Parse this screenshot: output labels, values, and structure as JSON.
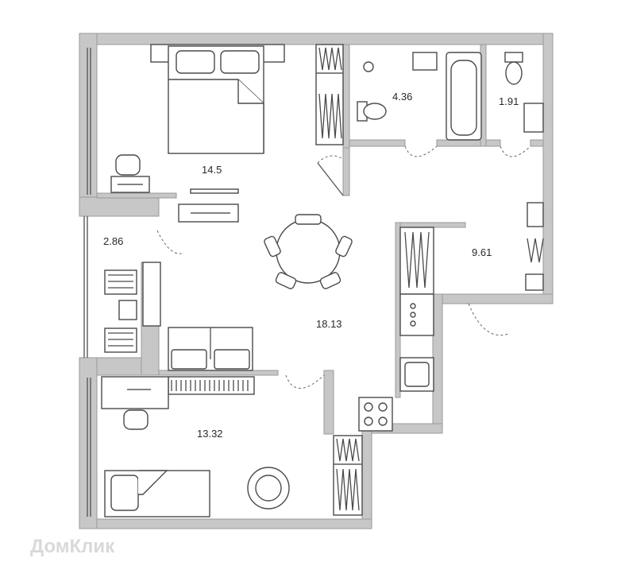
{
  "rooms": [
    {
      "id": "bedroom-1",
      "area": "14.5"
    },
    {
      "id": "bathroom",
      "area": "4.36"
    },
    {
      "id": "toilet",
      "area": "1.91"
    },
    {
      "id": "balcony",
      "area": "2.86"
    },
    {
      "id": "hallway",
      "area": "9.61"
    },
    {
      "id": "kitchen-living",
      "area": "18.13"
    },
    {
      "id": "bedroom-2",
      "area": "13.32"
    }
  ],
  "watermark": "ДомКлик",
  "colors": {
    "wall": "#c7c7c7",
    "line": "#4a4a4a",
    "background": "#ffffff"
  }
}
